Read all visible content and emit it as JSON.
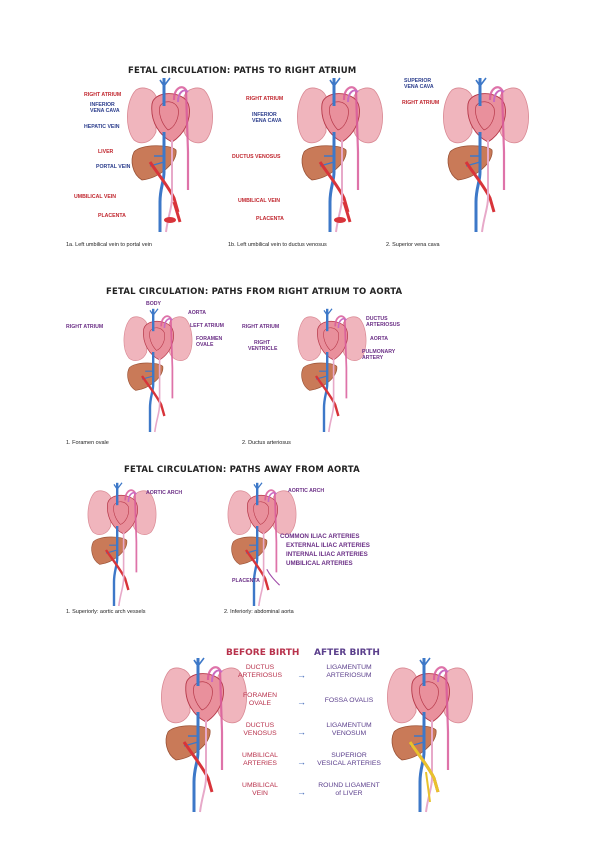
{
  "section1": {
    "title": "FETAL CIRCULATION: PATHS TO RIGHT ATRIUM",
    "fig1": {
      "labels": [
        "RIGHT ATRIUM",
        "INFERIOR",
        "VENA CAVA",
        "HEPATIC VEIN",
        "LIVER",
        "PORTAL VEIN",
        "UMBILICAL VEIN",
        "PLACENTA"
      ],
      "caption": "1a. Left umbilical vein to portal vein"
    },
    "fig2": {
      "labels": [
        "RIGHT ATRIUM",
        "INFERIOR",
        "VENA CAVA",
        "DUCTUS VENOSUS",
        "UMBILICAL VEIN",
        "PLACENTA"
      ],
      "caption": "1b. Left umbilical vein to ductus venosus"
    },
    "fig3": {
      "labels": [
        "SUPERIOR",
        "VENA CAVA",
        "RIGHT ATRIUM"
      ],
      "caption": "2. Superior vena cava"
    }
  },
  "section2": {
    "title": "FETAL CIRCULATION: PATHS FROM RIGHT ATRIUM TO AORTA",
    "fig1": {
      "labels": [
        "BODY",
        "AORTA",
        "RIGHT ATRIUM",
        "LEFT ATRIUM",
        "FORAMEN",
        "OVALE"
      ],
      "caption": "1. Foramen ovale"
    },
    "fig2": {
      "labels": [
        "RIGHT ATRIUM",
        "DUCTUS",
        "ARTERIOSUS",
        "AORTA",
        "RIGHT",
        "VENTRICLE",
        "PULMONARY",
        "ARTERY"
      ],
      "caption": "2. Ductus arteriosus"
    }
  },
  "section3": {
    "title": "FETAL CIRCULATION: PATHS AWAY FROM AORTA",
    "fig1": {
      "labels": [
        "AORTIC ARCH"
      ],
      "caption": "1. Superiorly: aortic arch vessels"
    },
    "fig2": {
      "labels": [
        "AORTIC ARCH",
        "COMMON ILIAC ARTERIES",
        "EXTERNAL ILIAC ARTERIES",
        "INTERNAL ILIAC ARTERIES",
        "UMBILICAL ARTERIES",
        "PLACENTA"
      ],
      "caption": "2. Inferiorly: abdominal aorta"
    }
  },
  "section4": {
    "before_title": "BEFORE BIRTH",
    "after_title": "AFTER BIRTH",
    "rows": [
      {
        "before": [
          "DUCTUS",
          "ARTERIOSUS"
        ],
        "after": [
          "LIGAMENTUM",
          "ARTERIOSUM"
        ]
      },
      {
        "before": [
          "FORAMEN",
          "OVALE"
        ],
        "after": [
          "FOSSA OVALIS"
        ]
      },
      {
        "before": [
          "DUCTUS",
          "VENOSUS"
        ],
        "after": [
          "LIGAMENTUM",
          "VENOSUM"
        ]
      },
      {
        "before": [
          "UMBILICAL",
          "ARTERIES"
        ],
        "after": [
          "SUPERIOR",
          "VESICAL ARTERIES"
        ]
      },
      {
        "before": [
          "UMBILICAL",
          "VEIN"
        ],
        "after": [
          "ROUND LIGAMENT",
          "of LIVER"
        ]
      }
    ],
    "arrow_glyph": "→"
  },
  "colors": {
    "vein_blue": "#3d78c8",
    "artery_red": "#d8343a",
    "lung_pink": "#f0b5bd",
    "heart_red": "#e06a78",
    "liver_brown": "#c97a58",
    "mixed_purple": "#c96ac0",
    "ligament_yellow": "#e8c32c",
    "before_color": "#b8324c",
    "after_color": "#5b3f8c"
  }
}
